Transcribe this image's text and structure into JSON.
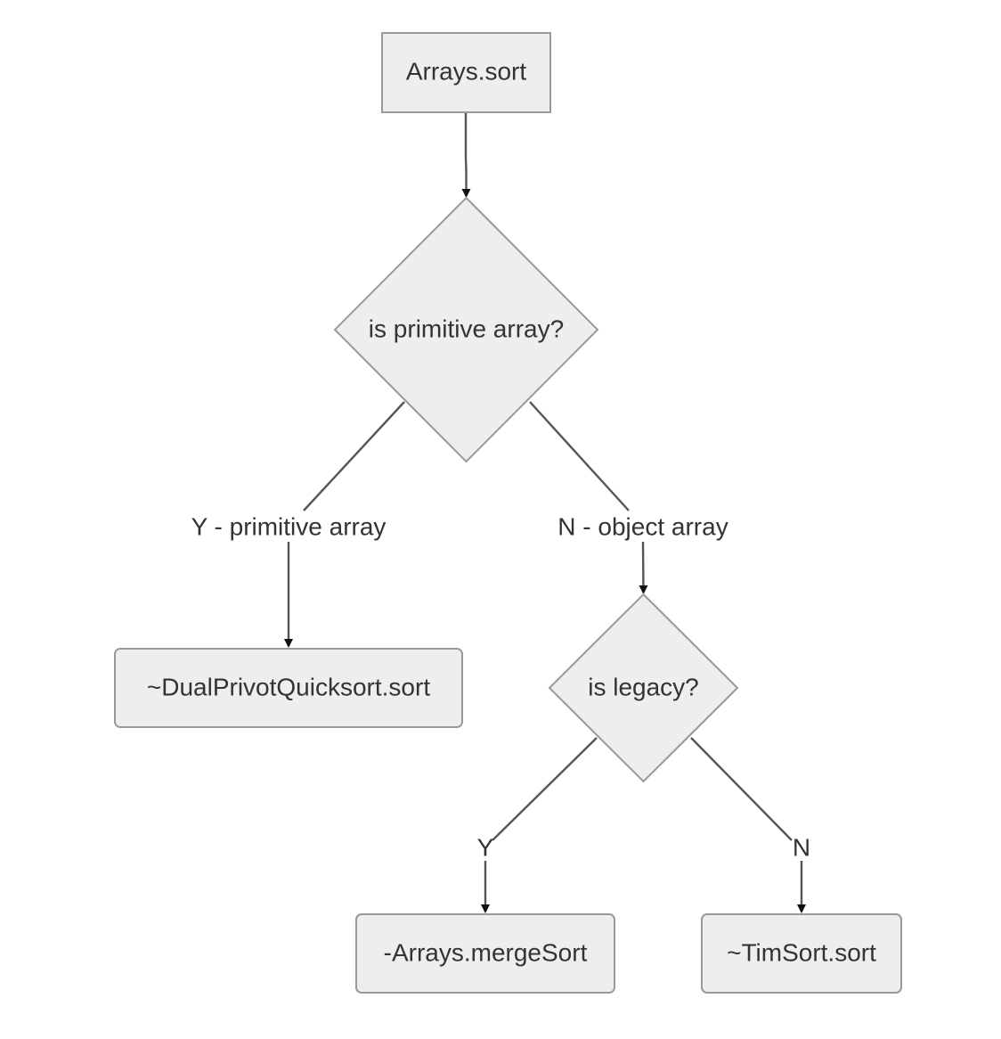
{
  "colors": {
    "node_fill": "#eeeeee",
    "node_stroke": "#999999",
    "edge": "#555555",
    "text": "#333333",
    "background": "#ffffff"
  },
  "nodes": {
    "start": "Arrays.sort",
    "decision_primitive": "is primitive array?",
    "dual_pivot": "~DualPrivotQuicksort.sort",
    "decision_legacy": "is legacy?",
    "merge_sort": "-Arrays.mergeSort",
    "tim_sort": "~TimSort.sort"
  },
  "edges": {
    "primitive_yes": "Y - primitive array",
    "primitive_no": "N - object array",
    "legacy_yes": "Y",
    "legacy_no": "N"
  }
}
